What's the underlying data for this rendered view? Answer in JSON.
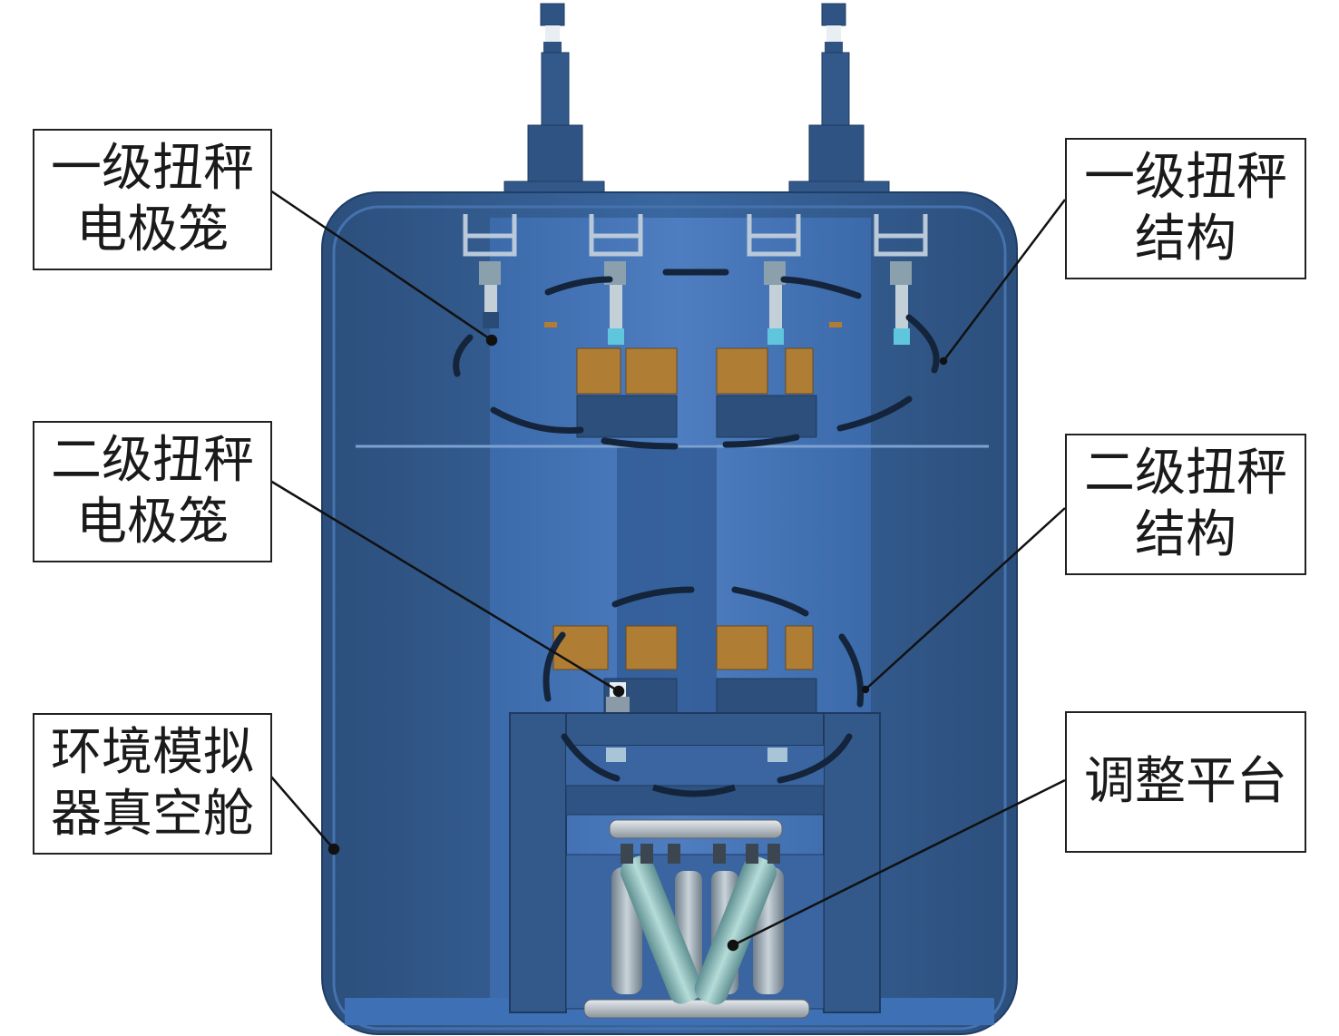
{
  "labels": {
    "level1_cage": {
      "line1": "一级扭秤",
      "line2": "电极笼"
    },
    "level1_struct": {
      "line1": "一级扭秤",
      "line2": "结构"
    },
    "level2_cage": {
      "line1": "二级扭秤",
      "line2": "电极笼"
    },
    "level2_struct": {
      "line1": "二级扭秤",
      "line2": "结构"
    },
    "chamber": {
      "line1": "环境模拟",
      "line2": "器真空舱"
    },
    "platform": {
      "line1": "调整平台"
    }
  },
  "colors": {
    "chamber_dark": "#2f5483",
    "chamber_mid": "#3b6aa6",
    "chamber_light": "#4d7fc4",
    "electrode_mass": "#b07d35",
    "sensor_tip": "#5fc6de",
    "pillar_gray": "#8a9aa6",
    "actuator_teal": "#8fbcbc"
  }
}
